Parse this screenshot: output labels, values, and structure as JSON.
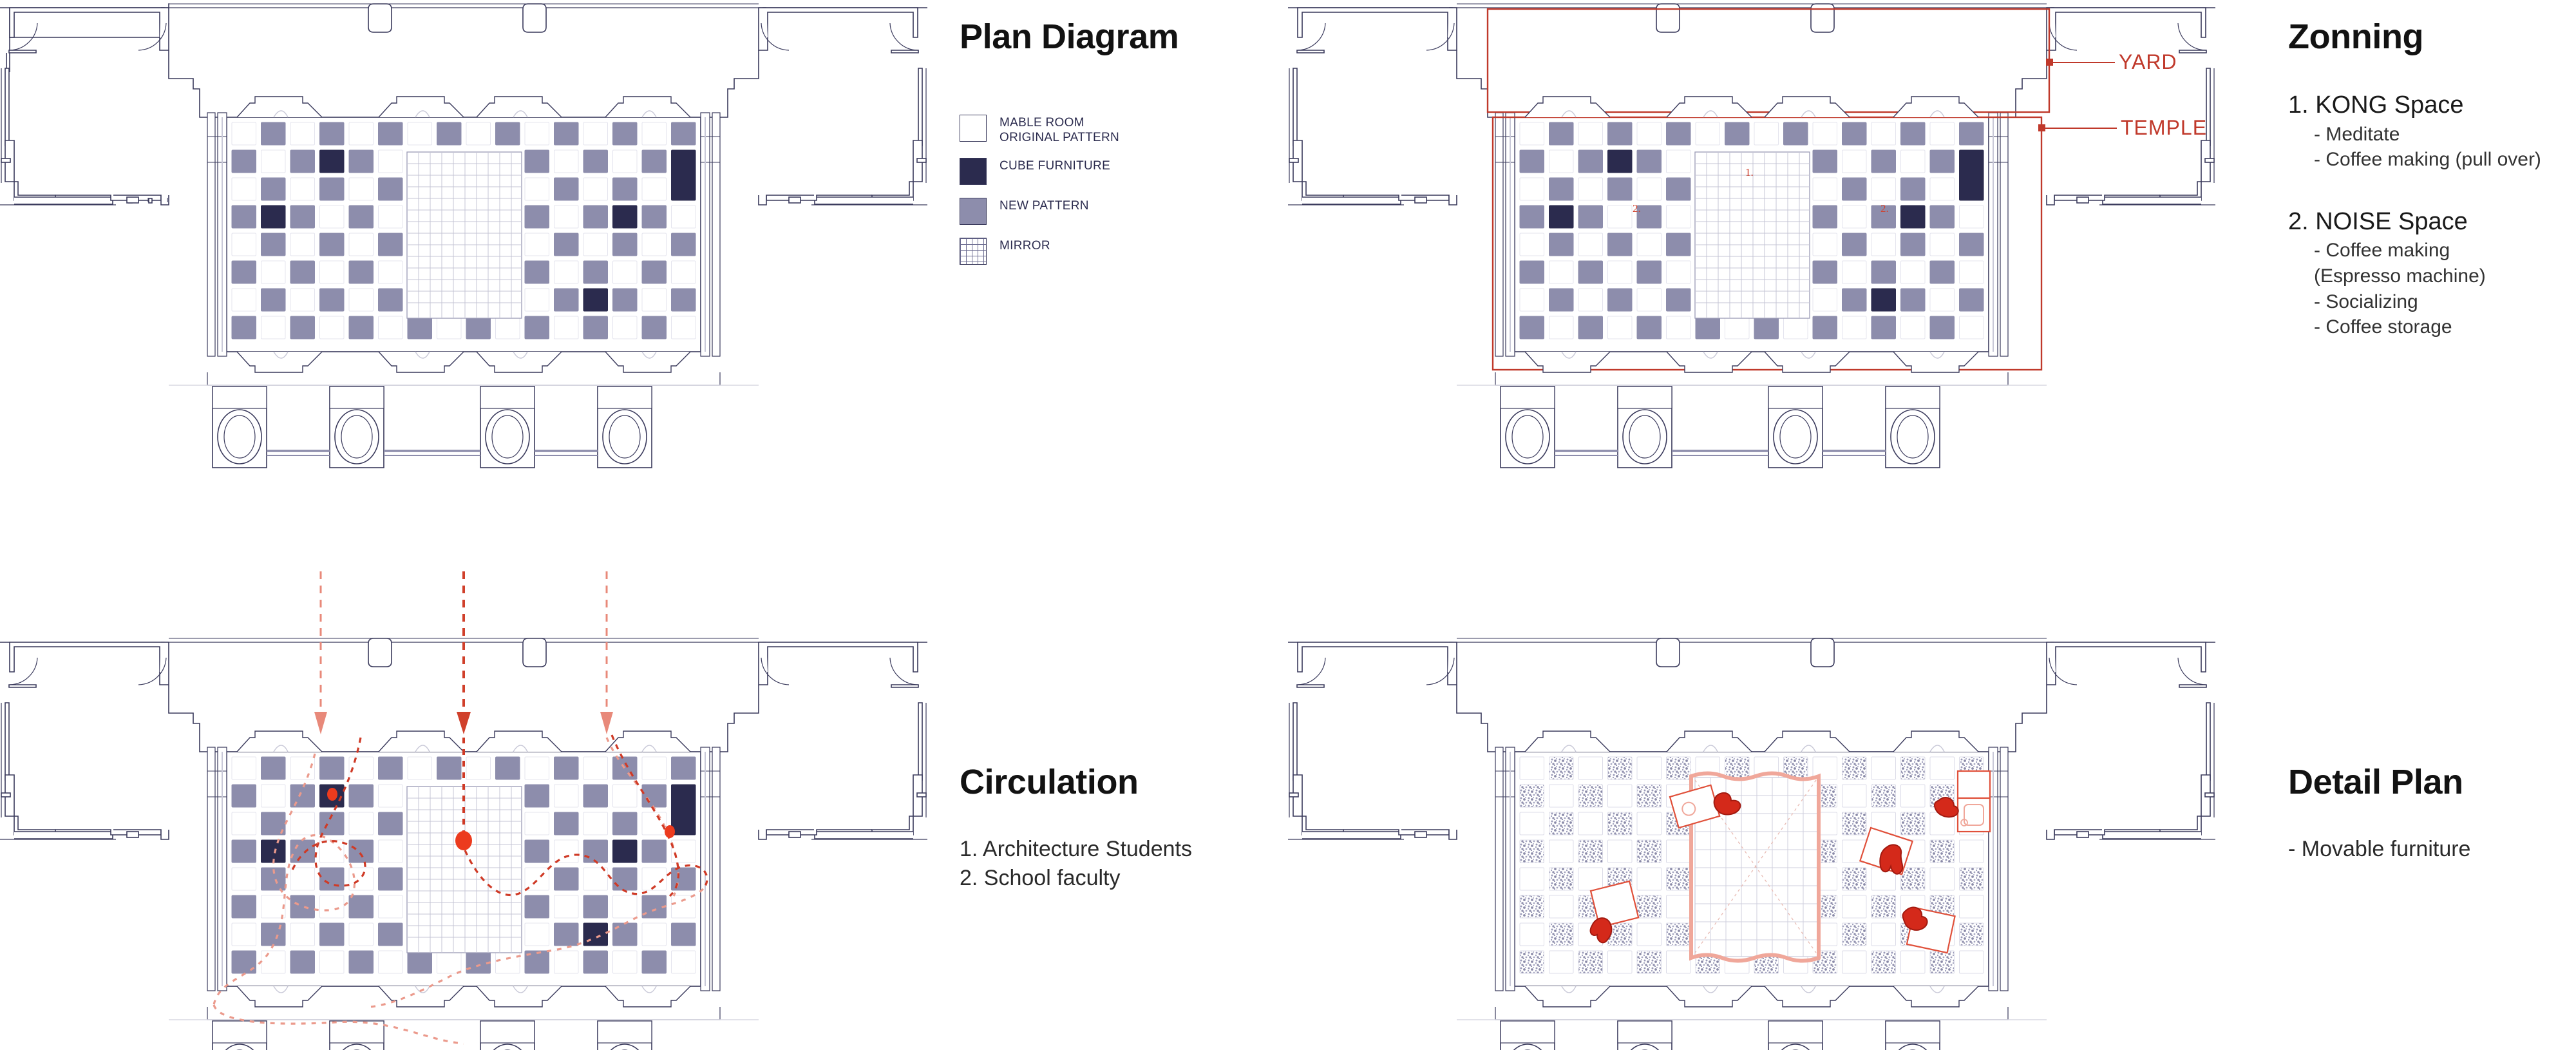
{
  "board": {
    "background_color": "#ffffff",
    "ink_color": "#3a3a5c",
    "accent_red": "#c0392b",
    "cube_color": "#2b2b4e",
    "new_pattern_color": "#8d8dac"
  },
  "panels": {
    "plan": {
      "title": "Plan Diagram",
      "legend": [
        {
          "swatch": "mable-room-original-pattern",
          "label": "MABLE ROOM\nORIGINAL PATTERN",
          "color": "#ffffff"
        },
        {
          "swatch": "cube-furniture",
          "label": "CUBE FURNITURE",
          "color": "#2b2b4e"
        },
        {
          "swatch": "new-pattern",
          "label": "NEW PATTERN",
          "color": "#8d8dac"
        },
        {
          "swatch": "mirror",
          "label": "MIRROR",
          "color": "#ffffff"
        }
      ]
    },
    "zonning": {
      "title": "Zonning",
      "zones": [
        {
          "heading": "1. KONG Space",
          "items": [
            "- Meditate",
            "- Coffee making (pull over)"
          ]
        },
        {
          "heading": "2. NOISE Space",
          "items": [
            "- Coffee making",
            "  (Espresso machine)",
            "- Socializing",
            "- Coffee storage"
          ]
        }
      ],
      "annotations": [
        {
          "name": "yard",
          "label": "YARD"
        },
        {
          "name": "temple",
          "label": "TEMPLE"
        }
      ],
      "zone_markers": [
        "1.",
        "2.",
        "2."
      ]
    },
    "circulation": {
      "title": "Circulation",
      "items": [
        "1. Architecture Students",
        "2. School faculty"
      ]
    },
    "detail": {
      "title": "Detail Plan",
      "items": [
        "- Movable furniture"
      ]
    }
  }
}
